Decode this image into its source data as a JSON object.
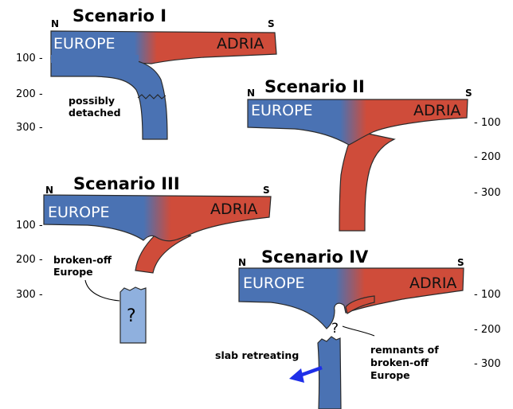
{
  "scenarios": [
    {
      "title": "Scenario I",
      "north": "N",
      "south": "S",
      "europe": "EUROPE",
      "adria": "ADRIA",
      "depths": [
        "100 -",
        "200 -",
        "300 -"
      ],
      "notes": {
        "detached": [
          "possibly",
          "detached"
        ]
      }
    },
    {
      "title": "Scenario II",
      "north": "N",
      "south": "S",
      "europe": "EUROPE",
      "adria": "ADRIA",
      "depths": [
        "- 100",
        "- 200",
        "- 300"
      ]
    },
    {
      "title": "Scenario III",
      "north": "N",
      "south": "S",
      "europe": "EUROPE",
      "adria": "ADRIA",
      "depths": [
        "100 -",
        "200 -",
        "300 -"
      ],
      "notes": {
        "broken": [
          "broken-off",
          "Europe"
        ],
        "question": "?"
      }
    },
    {
      "title": "Scenario IV",
      "north": "N",
      "south": "S",
      "europe": "EUROPE",
      "adria": "ADRIA",
      "depths": [
        "- 100",
        "- 200",
        "- 300"
      ],
      "notes": {
        "retreat": "slab retreating",
        "remnants": [
          "remnants of",
          "broken-off",
          "Europe"
        ],
        "question": "?"
      }
    }
  ],
  "colors": {
    "europe": "#4a72b3",
    "adria": "#cf4c3a",
    "fragment": "#8fb0de",
    "arrow": "#1f2fe8"
  }
}
